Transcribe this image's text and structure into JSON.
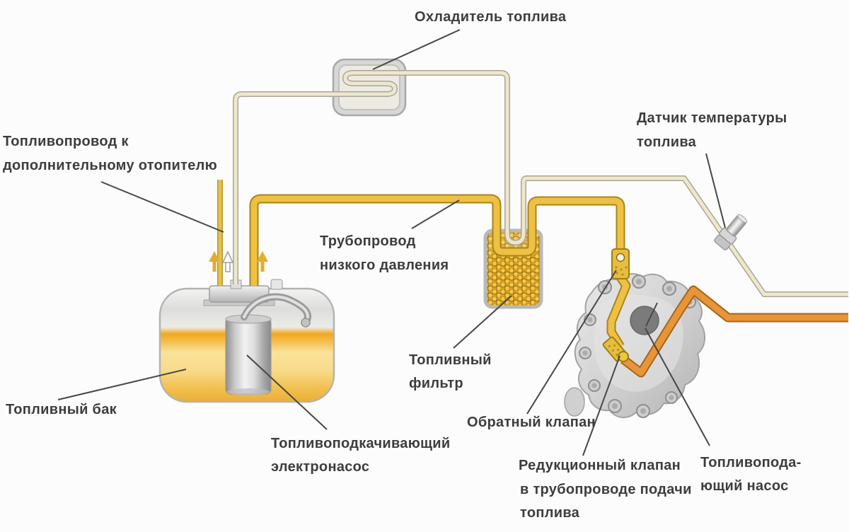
{
  "diagram_type": "fuel-system-schematic",
  "language": "ru",
  "labels": {
    "cooler": {
      "lines": [
        "Охладитель топлива"
      ]
    },
    "heater_line": {
      "lines": [
        "Топливопровод к",
        "дополнительному отопителю"
      ]
    },
    "temp_sensor": {
      "lines": [
        "Датчик температуры",
        "топлива"
      ]
    },
    "low_pressure": {
      "lines": [
        "Трубопровод",
        "низкого давления"
      ]
    },
    "fuel_filter": {
      "lines": [
        "Топливный",
        "фильтр"
      ]
    },
    "fuel_tank": {
      "lines": [
        "Топливный бак"
      ]
    },
    "electric_pump": {
      "lines": [
        "Топливоподкачивающий",
        "электронасос"
      ]
    },
    "check_valve": {
      "lines": [
        "Обратный клапан"
      ]
    },
    "reducing_valve": {
      "lines": [
        "Редукционный клапан",
        "в трубопроводе подачи",
        "топлива"
      ]
    },
    "supply_pump": {
      "lines": [
        "Топливопода-",
        "ющий насос"
      ]
    }
  },
  "colors": {
    "pipe_yellow": "#eec043",
    "pipe_yellow_outline": "#a8841c",
    "pipe_orange": "#e6953a",
    "pipe_orange_outline": "#a86418",
    "pipe_return": "#efe7cb",
    "pipe_return_outline": "#a9a598",
    "filter_media": "#d99f22",
    "tank_fuel": "#f0a820",
    "label_text": "#3d3d3d",
    "leader_line": "#474747",
    "background": "#fcfcfc"
  }
}
